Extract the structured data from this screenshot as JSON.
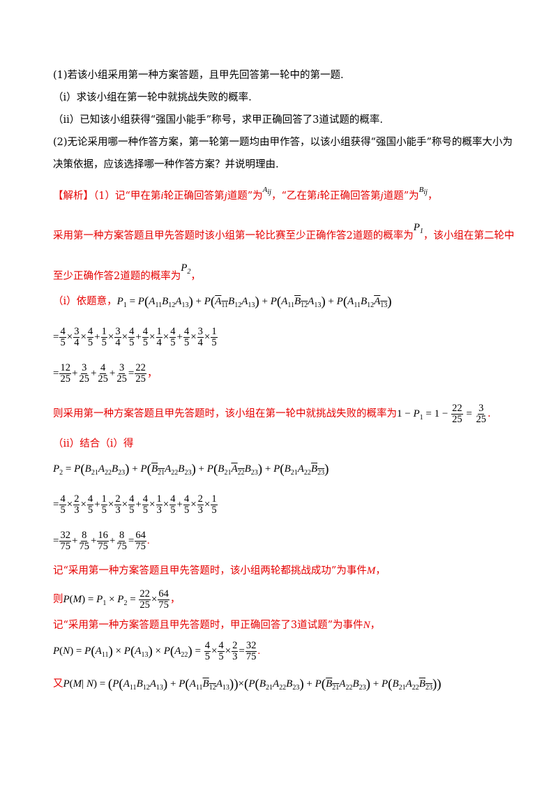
{
  "q1": "(1)若该小组采用第一种方案答题，且甲先回答第一轮中的第一题.",
  "q1i": "（i）求该小组在第一轮中就挑战失败的概率.",
  "q1ii": "（ii）已知该小组获得“强国小能手”称号，求甲正确回答了3道试题的概率.",
  "q2a": "(2)无论采用哪一种作答方案，第一轮第一题均由甲作答，以该小组获得“强国小能手”称号的概率大小为",
  "q2b": "决策依据，应该选择哪一种作答方案？并说明理由.",
  "sol": {
    "tag": "【解析】",
    "l1a": "（1）记“甲在第",
    "l1b": "轮正确回答第",
    "l1c": "道题”为",
    "l1d": "，“乙在第",
    "l1e": "轮正确回答第",
    "l1f": "道题”为",
    "l2a": "采用第一种方案答题且甲先答题时该小组第一轮比赛至少正确作答2道题的概率为",
    "l2b": "，该小组在第二轮中",
    "l3a": "至少正确作答2道题的概率为",
    "i_head": "（i）依题意，",
    "conclude1a": "则采用第一种方案答题且甲先答题时，该小组在第一轮中就挑战失败的概率为",
    "ii_head": "（ii）结合（i）得",
    "eventM": "记“采用第一种方案答题且甲先答题时，该小组两轮都挑战成功”为事件",
    "ze": "则",
    "eventN": "记“采用第一种方案答题且甲先答题时，甲正确回答了3道试题”为事件",
    "you": "又"
  }
}
